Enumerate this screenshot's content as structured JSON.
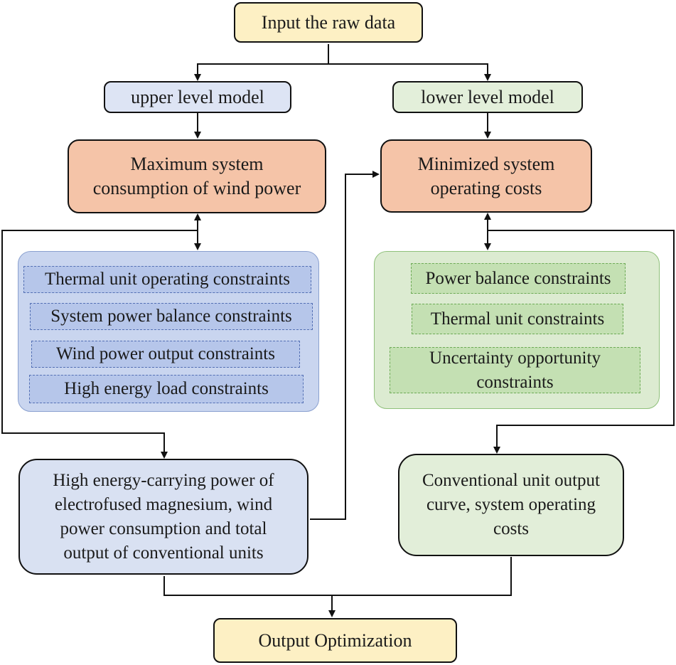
{
  "nodes": {
    "input": "Input the raw data",
    "upper_model": "upper level model",
    "lower_model": "lower level model",
    "upper_objective": [
      "Maximum system",
      "consumption of wind power"
    ],
    "lower_objective": [
      "Minimized system",
      "operating costs"
    ],
    "upper_result": [
      "High energy-carrying power of",
      "electrofused magnesium, wind",
      "power consumption and total",
      "output of conventional units"
    ],
    "lower_result": [
      "Conventional unit output",
      "curve, system operating",
      "costs"
    ],
    "output": "Output Optimization"
  },
  "upper_constraints": [
    "Thermal unit operating constraints",
    "System power balance constraints",
    "Wind power output constraints",
    "High energy load constraints"
  ],
  "lower_constraints": [
    "Power balance constraints",
    "Thermal unit constraints",
    [
      "Uncertainty opportunity",
      "constraints"
    ]
  ],
  "colors": {
    "input_output_fill": "#fdf0c4",
    "objective_fill": "#f5c4a8",
    "upper_fill": "#d9e1f2",
    "lower_fill": "#e2eed9",
    "upper_constraint_fill": "#b6c6ea",
    "lower_constraint_fill": "#c4e0b3"
  }
}
